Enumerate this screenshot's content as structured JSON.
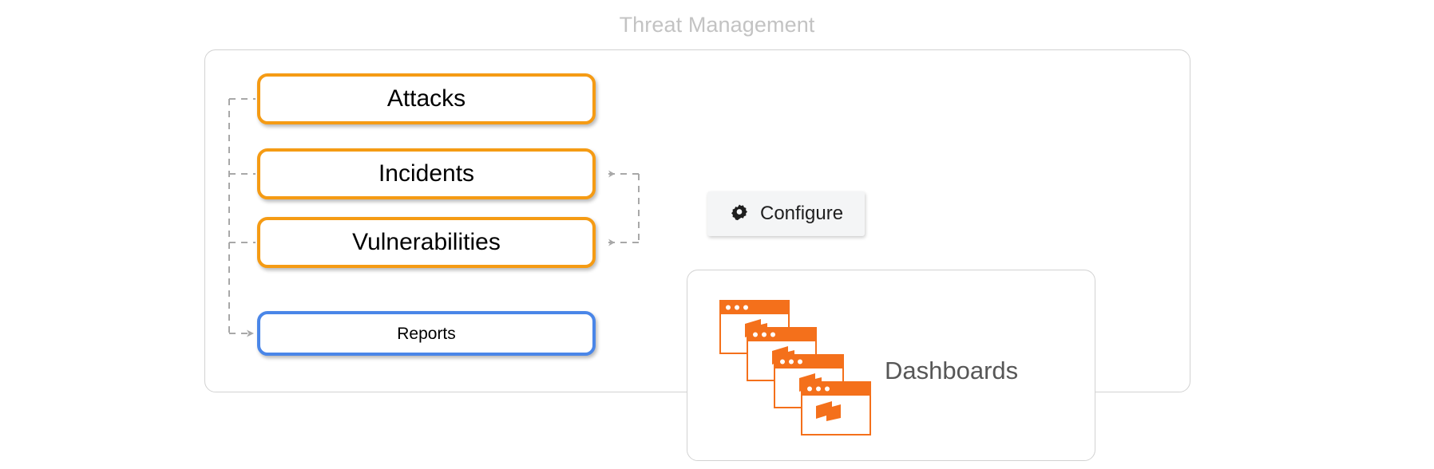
{
  "diagram": {
    "title": "Threat Management",
    "title_color": "#c3c3c3"
  },
  "panels": {
    "threat_management": {
      "name": "Threat Management",
      "border_color": "#d2d2d2"
    },
    "dashboards": {
      "label": "Dashboards",
      "label_color": "#575757",
      "border_color": "#d2d2d2",
      "icon": "cascading-dashboard-windows-icon",
      "icon_color": "#f4701b"
    }
  },
  "nodes": [
    {
      "id": "attacks",
      "label": "Attacks",
      "border_color": "#f59b14",
      "accent": "orange",
      "text_size": "big"
    },
    {
      "id": "incidents",
      "label": "Incidents",
      "border_color": "#f59b14",
      "accent": "orange",
      "text_size": "big"
    },
    {
      "id": "vulnerabilities",
      "label": "Vulnerabilities",
      "border_color": "#f59b14",
      "accent": "orange",
      "text_size": "big"
    },
    {
      "id": "reports",
      "label": "Reports",
      "border_color": "#4a86e8",
      "accent": "blue",
      "text_size": "small"
    }
  ],
  "toolbar": {
    "configure_label": "Configure",
    "configure_icon": "gear-icon",
    "configure_bg": "#f4f5f6"
  },
  "connectors": {
    "style": "dashed",
    "color": "#a8a8a8",
    "left_tree": {
      "branches": [
        "attacks",
        "incidents",
        "vulnerabilities"
      ],
      "arrow_to": "reports"
    },
    "right_bracket": {
      "arrows_to": [
        "incidents",
        "vulnerabilities"
      ]
    }
  }
}
